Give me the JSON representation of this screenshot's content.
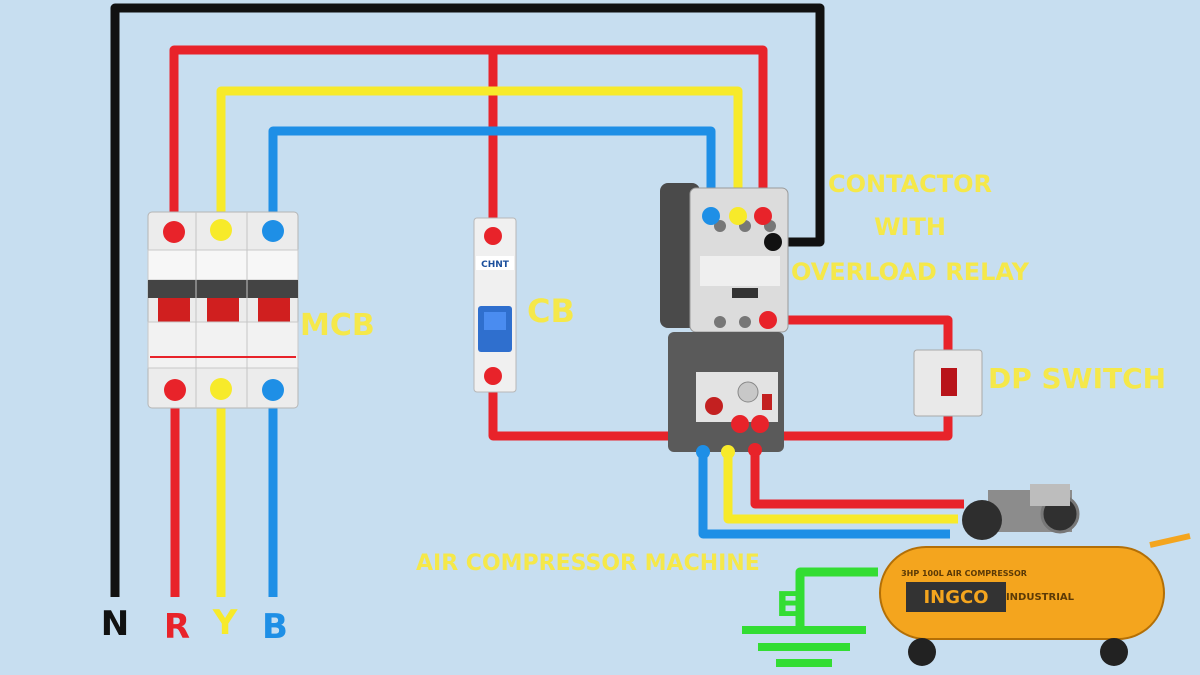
{
  "labels": {
    "mcb": "MCB",
    "cb": "CB",
    "contactor_line1": "CONTACTOR",
    "contactor_line2": "WITH",
    "contactor_line3": "OVERLOAD RELAY",
    "dp_switch": "DP SWITCH",
    "air_compressor": "AIR COMPRESSOR MACHINE",
    "earth": "E"
  },
  "terminals": {
    "neutral": "N",
    "red_phase": "R",
    "yellow_phase": "Y",
    "blue_phase": "B"
  },
  "devices": {
    "cb_brand": "CHNT",
    "compressor_brand": "INGCO",
    "compressor_sub": "INDUSTRIAL",
    "compressor_model": "3HP 100L AIR COMPRESSOR"
  },
  "colors": {
    "background": "#c7def0",
    "red_wire": "#e8232a",
    "yellow_wire": "#f7ea2a",
    "blue_wire": "#1e8fe6",
    "neutral_wire": "#111111",
    "earth_wire": "#33dd33",
    "label": "#f5e84a",
    "compressor_tank": "#f4a51e"
  }
}
